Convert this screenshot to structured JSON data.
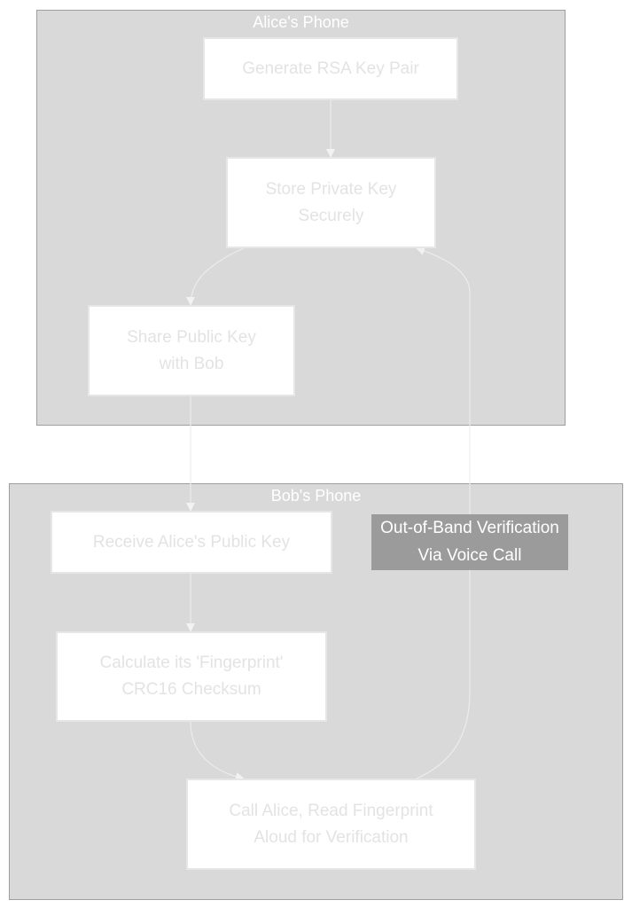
{
  "clusters": {
    "alice": {
      "title": "Alice's Phone"
    },
    "bob": {
      "title": "Bob's Phone"
    }
  },
  "nodes": {
    "generate": "Generate RSA Key Pair",
    "store": "Store Private Key\nSecurely",
    "share": "Share Public Key\nwith Bob",
    "receive": "Receive Alice's Public Key",
    "calculate": "Calculate its 'Fingerprint'\nCRC16 Checksum",
    "call": "Call Alice, Read Fingerprint\nAloud for Verification"
  },
  "edge_labels": {
    "verification": "Out-of-Band Verification\nVia Voice Call"
  },
  "colors": {
    "cluster_fill": "#d9d9d9",
    "node_fill": "#ffffff",
    "edge": "#ececec",
    "label_fill": "#9b9b9b"
  }
}
